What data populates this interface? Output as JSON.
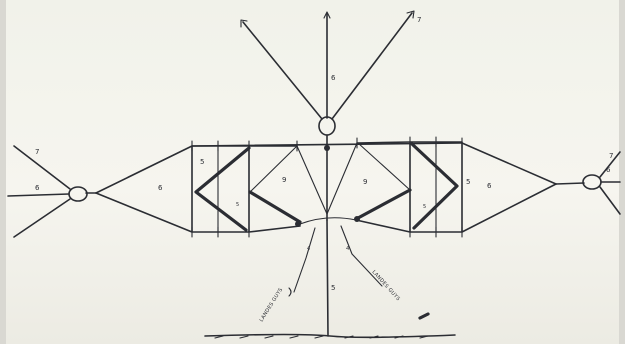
{
  "diagram": {
    "member_labels": {
      "mast": "6",
      "mast_tip": "7",
      "left_arm": "6",
      "left_arm_tip": "7",
      "right_arm": "6",
      "right_arm_top": "7",
      "left_bay": "6",
      "right_bay": "6",
      "left_post": "5",
      "right_post": "5",
      "left_diag": "5",
      "right_diag": "5",
      "left_sling": "9",
      "right_sling": "9",
      "keel": "5",
      "stay_left": "4",
      "stay_right": "4"
    },
    "annotations": {
      "left_tag": "LANDES GUYS",
      "right_tag": "LANDES GUYS"
    },
    "colors": {
      "ink": "#2b2d33",
      "paper": "#f4f3ee"
    }
  }
}
